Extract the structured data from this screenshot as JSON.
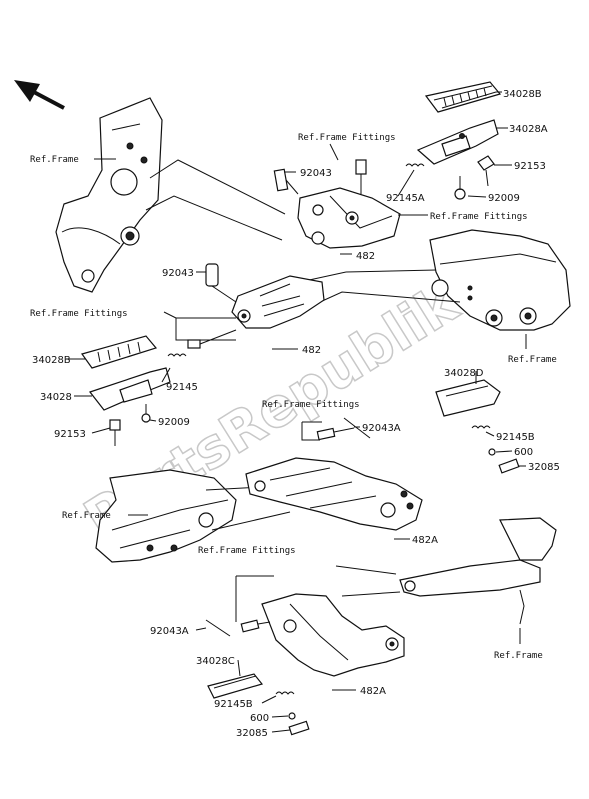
{
  "watermark": "PartsRepublik",
  "labels": {
    "ref_frame_1": "Ref.Frame",
    "ref_frame_fittings_1": "Ref.Frame Fittings",
    "p_92043_1": "92043",
    "p_34028B_1": "34028B",
    "p_34028A": "34028A",
    "p_92153_1": "92153",
    "p_92145A": "92145A",
    "p_92009_1": "92009",
    "ref_frame_fittings_2": "Ref.Frame Fittings",
    "p_482_1": "482",
    "p_92043_2": "92043",
    "ref_frame_fittings_3": "Ref.Frame Fittings",
    "p_482_2": "482",
    "ref_frame_2": "Ref.Frame",
    "p_34028B_2": "34028B",
    "p_92145": "92145",
    "p_34028": "34028",
    "p_92009_2": "92009",
    "p_92153_2": "92153",
    "p_34028D": "34028D",
    "ref_frame_fittings_4": "Ref.Frame Fittings",
    "p_92043A_1": "92043A",
    "p_92145B_1": "92145B",
    "p_600_1": "600",
    "p_32085_1": "32085",
    "ref_frame_3": "Ref.Frame",
    "p_482A_1": "482A",
    "ref_frame_fittings_5": "Ref.Frame Fittings",
    "p_92043A_2": "92043A",
    "ref_frame_4": "Ref.Frame",
    "p_34028C": "34028C",
    "p_482A_2": "482A",
    "p_92145B_2": "92145B",
    "p_600_2": "600",
    "p_32085_2": "32085"
  }
}
